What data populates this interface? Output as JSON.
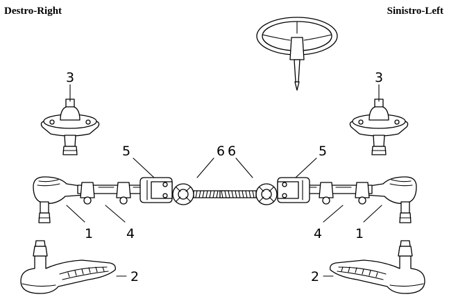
{
  "header": {
    "right_side_label": "Destro-Right",
    "left_side_label": "Sinistro-Left"
  },
  "callouts": {
    "tie_rod_end_left": "1",
    "tie_rod_end_right": "1",
    "steering_arm_left": "2",
    "steering_arm_right": "2",
    "ball_joint_left": "3",
    "ball_joint_right": "3",
    "tie_rod_sleeve_left": "4",
    "tie_rod_sleeve_right": "4",
    "clevis_left": "5",
    "clevis_right": "5",
    "rod_end_left": "6",
    "rod_end_right": "6"
  }
}
